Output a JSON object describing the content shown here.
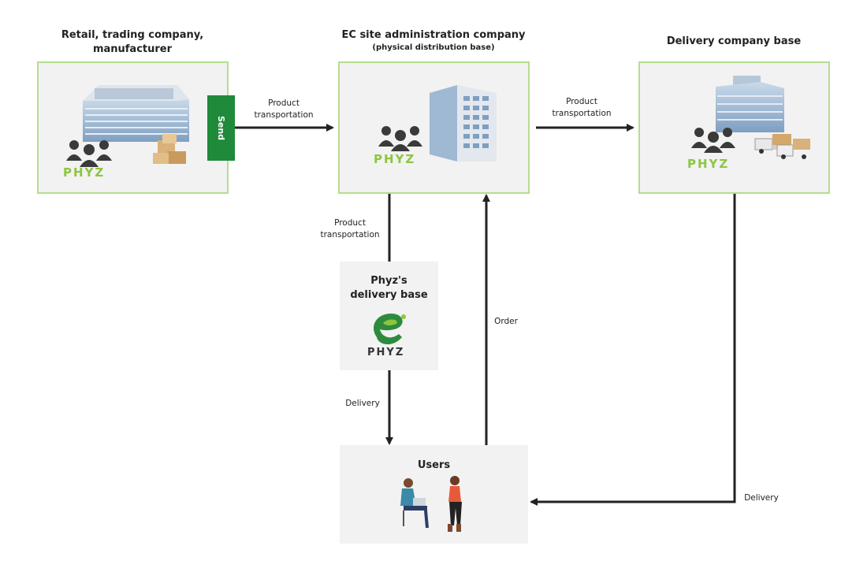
{
  "nodes": {
    "retailer": {
      "title": "Retail, trading company,\nmanufacturer",
      "logo": "PHYZ"
    },
    "ec_admin": {
      "title": "EC site administration company",
      "subtitle": "(physical distribution base)",
      "logo": "PHYZ"
    },
    "delivery_co": {
      "title": "Delivery company base",
      "logo": "PHYZ"
    },
    "phyz_base": {
      "title": "Phyz's\ndelivery base",
      "logo": "PHYZ"
    },
    "users": {
      "title": "Users"
    }
  },
  "send_label": "Send",
  "edges": {
    "retailer_to_ec": "Product\ntransportation",
    "ec_to_delivery_co": "Product\ntransportation",
    "ec_to_phyz_base": "Product\ntransportation",
    "phyz_base_to_users": "Delivery",
    "users_to_ec": "Order",
    "delivery_co_to_users": "Delivery"
  },
  "colors": {
    "box_border": "#b5dd8f",
    "box_fill": "#f2f2f2",
    "send_fill": "#1e8a3a",
    "logo_green": "#8cc63f",
    "arrow": "#222222"
  },
  "icons": [
    "warehouse-building-icon",
    "office-building-icon",
    "people-group-icon",
    "cardboard-boxes-icon",
    "delivery-truck-icon",
    "e-logo-icon",
    "user-figures-icon"
  ]
}
